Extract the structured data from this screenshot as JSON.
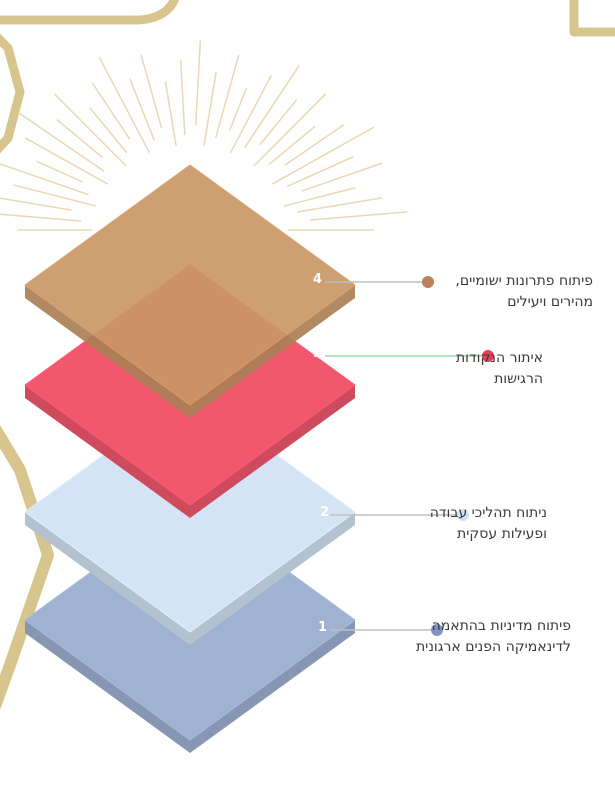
{
  "colors": {
    "gold_frame": "#d8c58e",
    "layer_4": "#c99765",
    "layer_3": "#f2586d",
    "layer_2": "#d4e4f5",
    "layer_1": "#9fb2d2",
    "dot_4": "#b8835a",
    "dot_3": "#e43f5a",
    "dot_2": "#cfe0f2",
    "dot_1": "#8193c2",
    "line_4": "#bfbfbf",
    "line_3": "#9ed9a7",
    "line_2": "#bfbfbf",
    "line_1": "#bfbfbf",
    "rays": "#e9d8b5"
  },
  "layers": [
    {
      "number": "4",
      "text_line1": "פיתוח פתרונות ישומיים,",
      "text_line2": "מהירים ויעילים"
    },
    {
      "number": "3",
      "text_line1": "איתור הנקודות",
      "text_line2": "הרגישות"
    },
    {
      "number": "2",
      "text_line1": "ניתוח תהליכי עבודה",
      "text_line2": "ופעילות עסקית"
    },
    {
      "number": "1",
      "text_line1": "פיתוח מדיניות בהתאמה",
      "text_line2": "לדינאמיקה הפנים ארגונית"
    }
  ]
}
